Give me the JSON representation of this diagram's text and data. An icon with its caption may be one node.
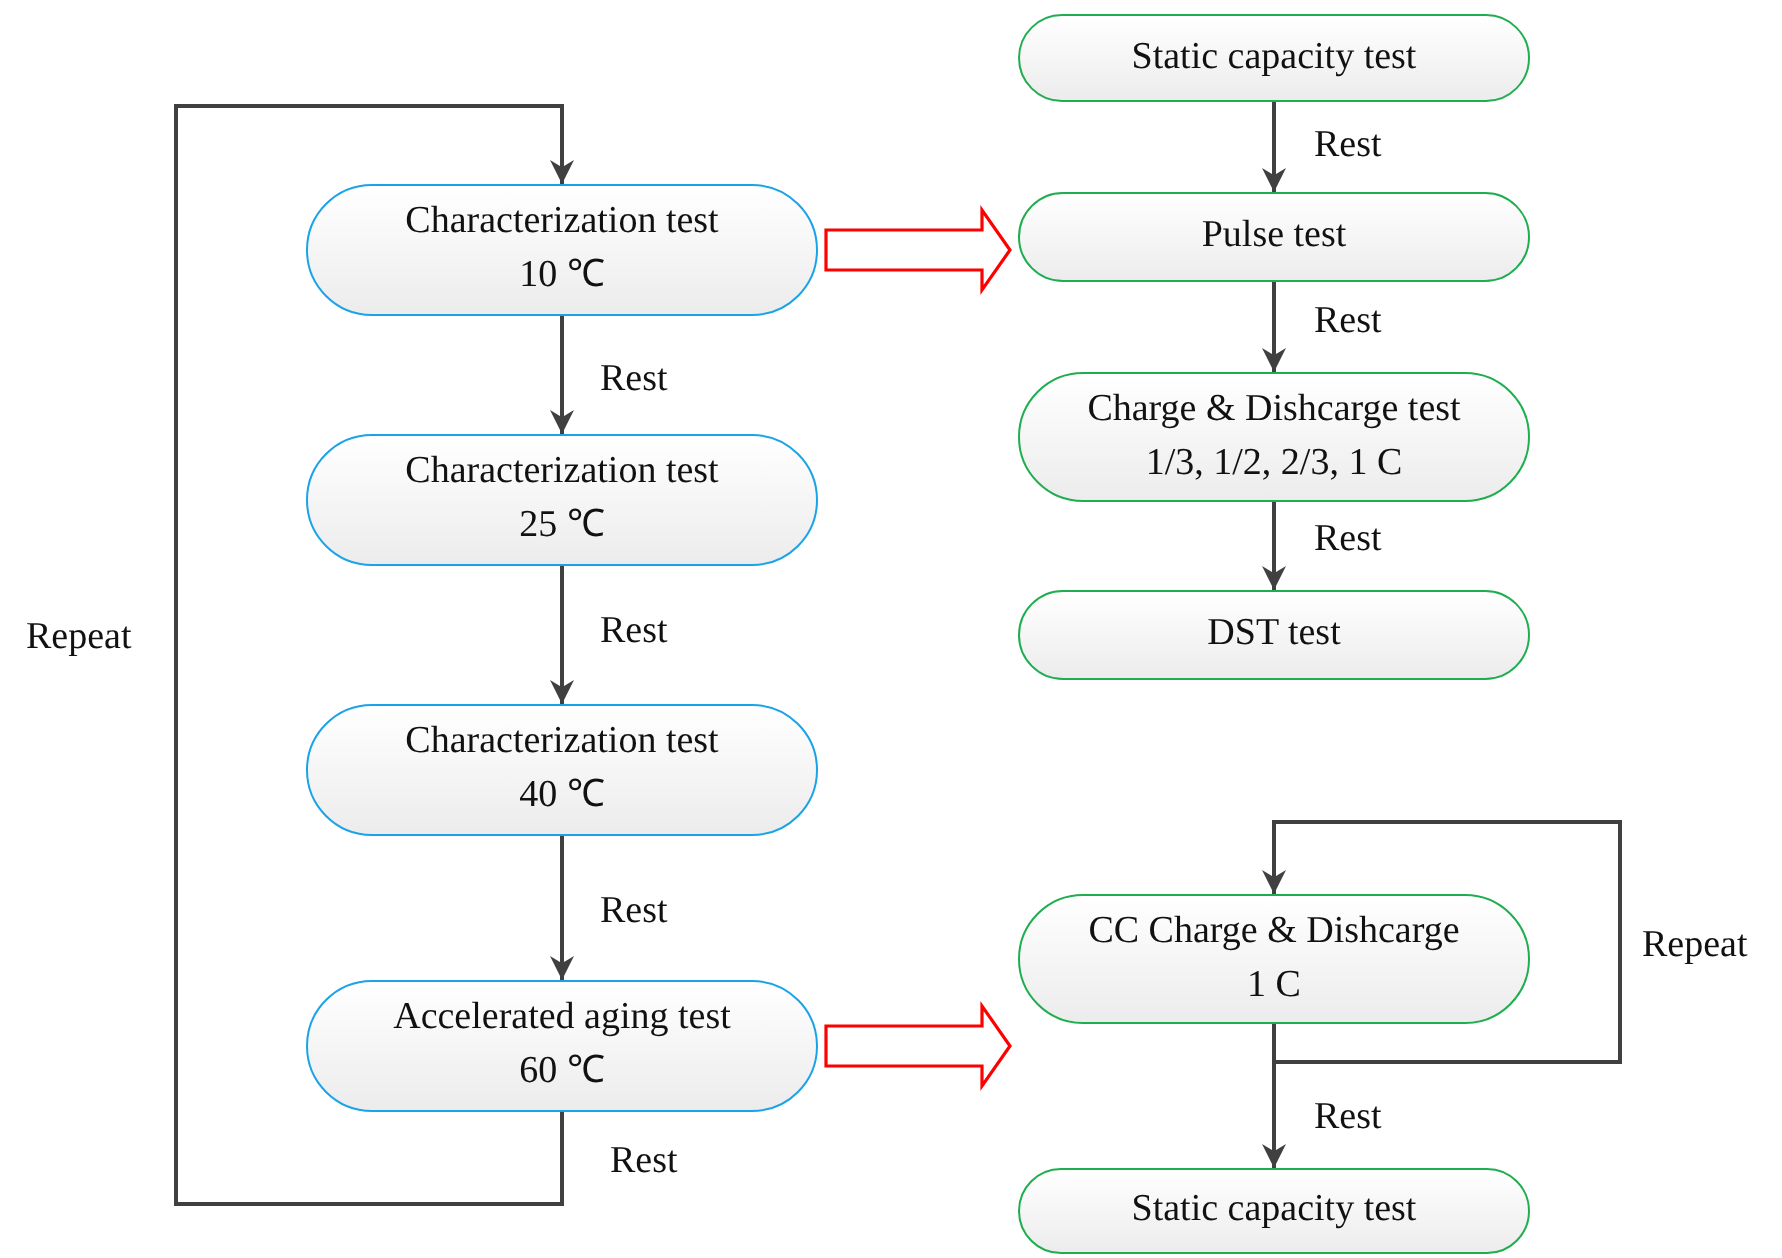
{
  "diagram": {
    "nodes": [
      {
        "text": [
          "Characterization test",
          "10 ℃"
        ]
      },
      {
        "text": [
          "Characterization test",
          "25 ℃"
        ]
      },
      {
        "text": [
          "Characterization test",
          "40 ℃"
        ]
      },
      {
        "text": [
          "Accelerated aging test",
          "60 ℃"
        ]
      },
      {
        "text": [
          "Static capacity test"
        ]
      },
      {
        "text": [
          "Pulse test"
        ]
      },
      {
        "text": [
          "Charge & Dishcarge test",
          "1/3, 1/2, 2/3, 1 C"
        ]
      },
      {
        "text": [
          "DST test"
        ]
      },
      {
        "text": [
          "CC Charge & Dishcarge",
          "1 C"
        ]
      },
      {
        "text": [
          "Static capacity test"
        ]
      }
    ],
    "edges": [
      {
        "from": 0,
        "to": 1,
        "arrow": "to",
        "label": "Rest"
      },
      {
        "from": 1,
        "to": 2,
        "arrow": "to",
        "label": "Rest"
      },
      {
        "from": 2,
        "to": 3,
        "arrow": "to",
        "label": "Rest"
      },
      {
        "from": 3,
        "to": 0,
        "arrow": "to",
        "label": "Repeat"
      },
      {
        "from": 0,
        "to": 5,
        "arrow": "to",
        "style": "thick",
        "color": "#ff0000"
      },
      {
        "from": 4,
        "to": 5,
        "arrow": "to",
        "label": "Rest"
      },
      {
        "from": 5,
        "to": 6,
        "arrow": "to",
        "label": "Rest"
      },
      {
        "from": 6,
        "to": 7,
        "arrow": "to",
        "label": "Rest"
      },
      {
        "from": 3,
        "to": 8,
        "arrow": "to",
        "style": "thick",
        "color": "#ff0000"
      },
      {
        "from": 8,
        "to": 8,
        "arrow": "to",
        "label": "Repeat"
      },
      {
        "from": 8,
        "to": 9,
        "arrow": "to",
        "label": "Rest"
      }
    ],
    "labels": [
      "Rest"
    ]
  }
}
